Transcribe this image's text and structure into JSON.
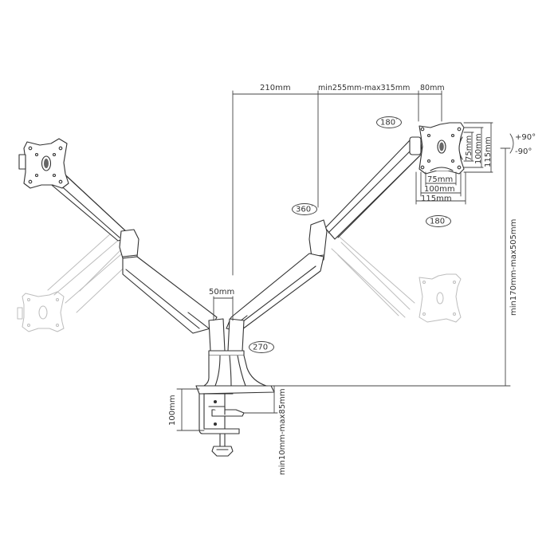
{
  "diagram": {
    "subject": "Dual monitor gas-spring desk mount arm with C-clamp",
    "colors": {
      "line": "#333333",
      "ghost": "#bbbbbb",
      "background": "#ffffff"
    }
  },
  "dimensions": {
    "top_span_left": "210mm",
    "top_span_middle": "min255mm-max315mm",
    "top_span_right": "80mm",
    "vesa_vertical_75": "75mm",
    "vesa_vertical_100": "100mm",
    "vesa_vertical_115": "115mm",
    "vesa_horizontal_75": "75mm",
    "vesa_horizontal_100": "100mm",
    "vesa_horizontal_115": "115mm",
    "pole_gap": "50mm",
    "height_range": "min170mm-max505mm",
    "clamp_height": "100mm",
    "desk_thickness": "min10mm-max85mm"
  },
  "rotations": {
    "top_left_180": "180",
    "below_vesa_180": "180",
    "arm_360": "360",
    "base_270": "270",
    "tilt_up": "+90°",
    "tilt_down": "-90°"
  }
}
